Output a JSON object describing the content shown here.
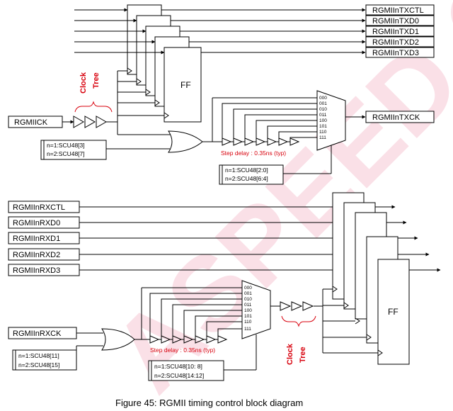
{
  "watermark": "ASPEED Confidential",
  "tx": {
    "input": "RGMIICK",
    "outputs": [
      "RGMIInTXCTL",
      "RGMIInTXD0",
      "RGMIInTXD1",
      "RGMIInTXD2",
      "RGMIInTXD3"
    ],
    "clock_output": "RGMIInTXCK",
    "clock_tree": [
      "Clock",
      "Tree"
    ],
    "config_or": [
      "n=1:SCU48[3]",
      "n=2:SCU48[7]"
    ],
    "ff_label": "FF",
    "mux_inputs": [
      "000",
      "001",
      "010",
      "011",
      "100",
      "101",
      "110",
      "111"
    ],
    "step_delay": "Step delay : 0.35ns (typ)",
    "config_mux": [
      "n=1:SCU48[2:0]",
      "n=2:SCU48[6:4]"
    ]
  },
  "rx": {
    "inputs": [
      "RGMIInRXCTL",
      "RGMIInRXD0",
      "RGMIInRXD1",
      "RGMIInRXD2",
      "RGMIInRXD3"
    ],
    "clock_input": "RGMIInRXCK",
    "config_or": [
      "n=1:SCU48[11]",
      "n=2:SCU48[15]"
    ],
    "mux_inputs": [
      "000",
      "001",
      "010",
      "011",
      "100",
      "101",
      "110",
      "111"
    ],
    "step_delay": "Step delay : 0.35ns (typ)",
    "config_mux": [
      "n=1:SCU48[10:  8]",
      "n=2:SCU48[14:12]"
    ],
    "clock_tree": [
      "Clock",
      "Tree"
    ],
    "ff_label": "FF"
  },
  "caption": "Figure 45: RGMII timing control block diagram"
}
